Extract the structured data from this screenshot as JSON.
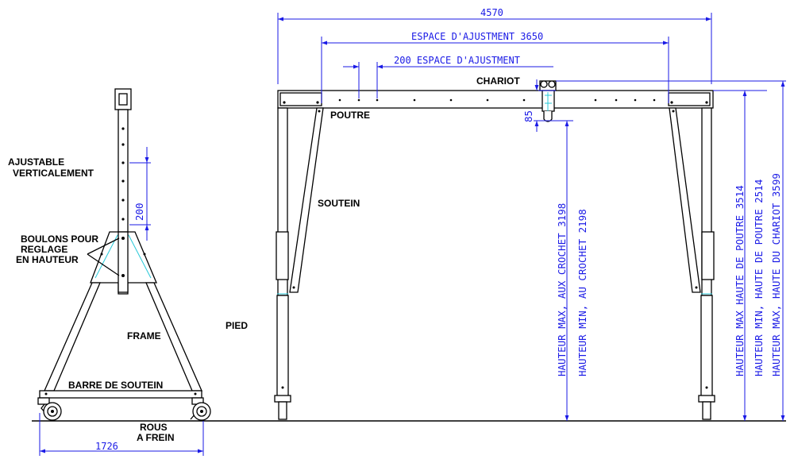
{
  "labels": {
    "chariot": "CHARIOT",
    "poutre": "POUTRE",
    "soutein": "SOUTEIN",
    "pied": "PIED",
    "frame": "FRAME",
    "barre": "BARRE DE SOUTEIN",
    "ajustable_1": "AJUSTABLE",
    "ajustable_2": "VERTICALEMENT",
    "boulons_1": "BOULONS POUR",
    "boulons_2": "REGLAGE",
    "boulons_3": "EN HAUTEUR",
    "rous_1": "ROUS",
    "rous_2": "A FREIN"
  },
  "dimensions": {
    "total_width": "4570",
    "adjust_space": "ESPACE D'AJUSTMENT 3650",
    "adjust_step": "200 ESPACE D'AJUSTMENT",
    "chariot_drop": "85",
    "vertical_step": "200",
    "base_width": "1726",
    "hook_max": "HAUTEUR MAX, AUX CROCHET 3198",
    "hook_min": "HAUTEUR MIN, AU CROCHET 2198",
    "beam_max": "HAUTEUR MAX HAUTE DE POUTRE 3514",
    "beam_min": "HAUTEUR MIN, HAUTE DE POUTRE 2514",
    "chariot_max": "HAUTEUR MAX, HAUTE DU CHARIOT 3599"
  },
  "colors": {
    "dimension": "#1a1ae6",
    "outline": "#000000",
    "highlight": "#28c8d8"
  }
}
